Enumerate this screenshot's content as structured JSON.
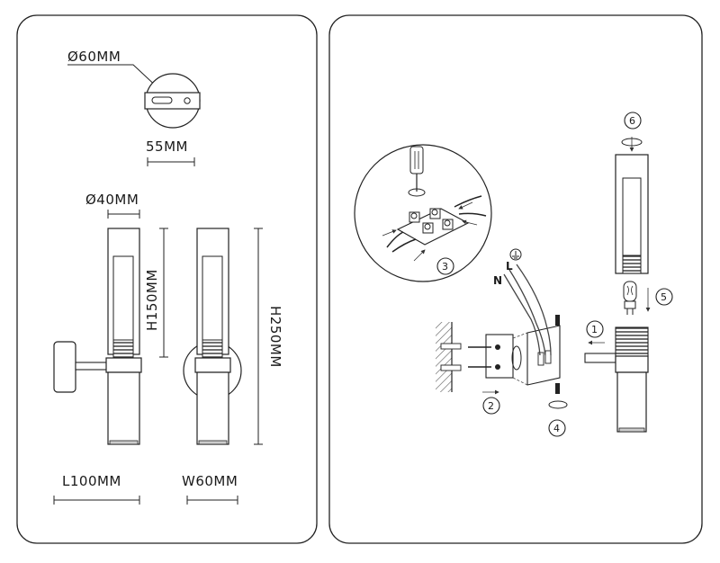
{
  "left_panel": {
    "mount_diameter": "Ø60MM",
    "mount_width": "55MM",
    "shade_diameter": "Ø40MM",
    "shade_height": "H150MM",
    "total_height": "H250MM",
    "length": "L100MM",
    "width": "W60MM"
  },
  "right_panel": {
    "steps": [
      "1",
      "2",
      "3",
      "4",
      "5",
      "6"
    ],
    "wire_neutral": "N",
    "wire_live": "L"
  },
  "colors": {
    "line": "#1a1a1a",
    "panel_border": "#222222",
    "hatch": "#555555"
  }
}
